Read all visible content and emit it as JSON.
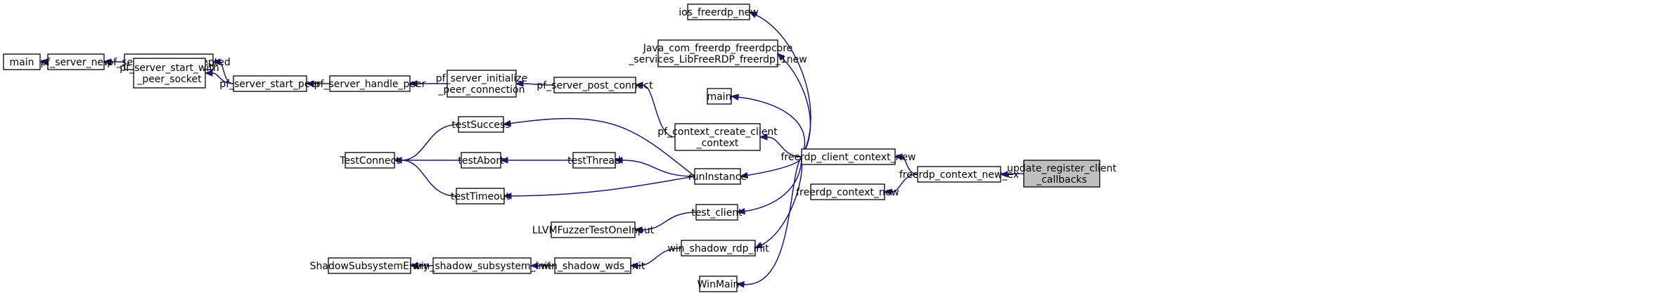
{
  "colors": {
    "edge": "#191970",
    "node_border": "#000000",
    "root_fill": "#bfbfbf",
    "background": "#ffffff"
  },
  "nodes": {
    "main_left": [
      "main"
    ],
    "pf_server_new": [
      "pf_server_new"
    ],
    "pf_server_peer_accepted": [
      "pf_server_peer_accepted"
    ],
    "pf_server_start_with_peer_socket": [
      "pf_server_start_with",
      "_peer_socket"
    ],
    "pf_server_start_peer": [
      "pf_server_start_peer"
    ],
    "pf_server_handle_peer": [
      "pf_server_handle_peer"
    ],
    "pf_server_initialize_peer_connection": [
      "pf_server_initialize",
      "_peer_connection"
    ],
    "pf_server_post_connect": [
      "pf_server_post_connect"
    ],
    "testSuccess": [
      "testSuccess"
    ],
    "TestConnect": [
      "TestConnect"
    ],
    "testAbort": [
      "testAbort"
    ],
    "testThread": [
      "testThread"
    ],
    "testTimeout": [
      "testTimeout"
    ],
    "LLVMFuzzerTestOneInput": [
      "LLVMFuzzerTestOneInput"
    ],
    "ShadowSubsystemEntry": [
      "ShadowSubsystemEntry"
    ],
    "win_shadow_subsystem_init": [
      "win_shadow_subsystem_init"
    ],
    "win_shadow_wds_init": [
      "win_shadow_wds_init"
    ],
    "ios_freerdp_new": [
      "ios_freerdp_new"
    ],
    "java_new": [
      "Java_com_freerdp_freerdpcore",
      "_services_LibFreeRDP_freerdp_1new"
    ],
    "main_mid": [
      "main"
    ],
    "pf_context_create_client_context": [
      "pf_context_create_client",
      "_context"
    ],
    "runInstance": [
      "runInstance"
    ],
    "test_client": [
      "test_client"
    ],
    "win_shadow_rdp_init": [
      "win_shadow_rdp_init"
    ],
    "WinMain": [
      "WinMain"
    ],
    "freerdp_client_context_new": [
      "freerdp_client_context_new"
    ],
    "freerdp_context_new": [
      "freerdp_context_new"
    ],
    "freerdp_context_new_ex": [
      "freerdp_context_new_ex"
    ],
    "update_register_client_callbacks": [
      "update_register_client",
      "_callbacks"
    ]
  },
  "edges": [
    [
      "main_left",
      "pf_server_new"
    ],
    [
      "pf_server_new",
      "pf_server_peer_accepted"
    ],
    [
      "pf_server_peer_accepted",
      "pf_server_start_peer"
    ],
    [
      "pf_server_start_with_peer_socket",
      "pf_server_start_peer"
    ],
    [
      "pf_server_start_peer",
      "pf_server_handle_peer"
    ],
    [
      "pf_server_handle_peer",
      "pf_server_initialize_peer_connection"
    ],
    [
      "pf_server_initialize_peer_connection",
      "pf_server_post_connect"
    ],
    [
      "pf_server_post_connect",
      "pf_context_create_client_context"
    ],
    [
      "TestConnect",
      "testSuccess"
    ],
    [
      "TestConnect",
      "testAbort"
    ],
    [
      "TestConnect",
      "testTimeout"
    ],
    [
      "testAbort",
      "testThread"
    ],
    [
      "testSuccess",
      "runInstance"
    ],
    [
      "testThread",
      "runInstance"
    ],
    [
      "testTimeout",
      "runInstance"
    ],
    [
      "LLVMFuzzerTestOneInput",
      "test_client"
    ],
    [
      "ShadowSubsystemEntry",
      "win_shadow_subsystem_init"
    ],
    [
      "win_shadow_subsystem_init",
      "win_shadow_wds_init"
    ],
    [
      "win_shadow_wds_init",
      "win_shadow_rdp_init"
    ],
    [
      "ios_freerdp_new",
      "freerdp_client_context_new"
    ],
    [
      "java_new",
      "freerdp_client_context_new"
    ],
    [
      "main_mid",
      "freerdp_client_context_new"
    ],
    [
      "pf_context_create_client_context",
      "freerdp_client_context_new"
    ],
    [
      "runInstance",
      "freerdp_client_context_new"
    ],
    [
      "test_client",
      "freerdp_client_context_new"
    ],
    [
      "win_shadow_rdp_init",
      "freerdp_client_context_new"
    ],
    [
      "WinMain",
      "freerdp_client_context_new"
    ],
    [
      "freerdp_client_context_new",
      "freerdp_context_new_ex"
    ],
    [
      "freerdp_context_new",
      "freerdp_context_new_ex"
    ],
    [
      "freerdp_context_new_ex",
      "update_register_client_callbacks"
    ]
  ]
}
